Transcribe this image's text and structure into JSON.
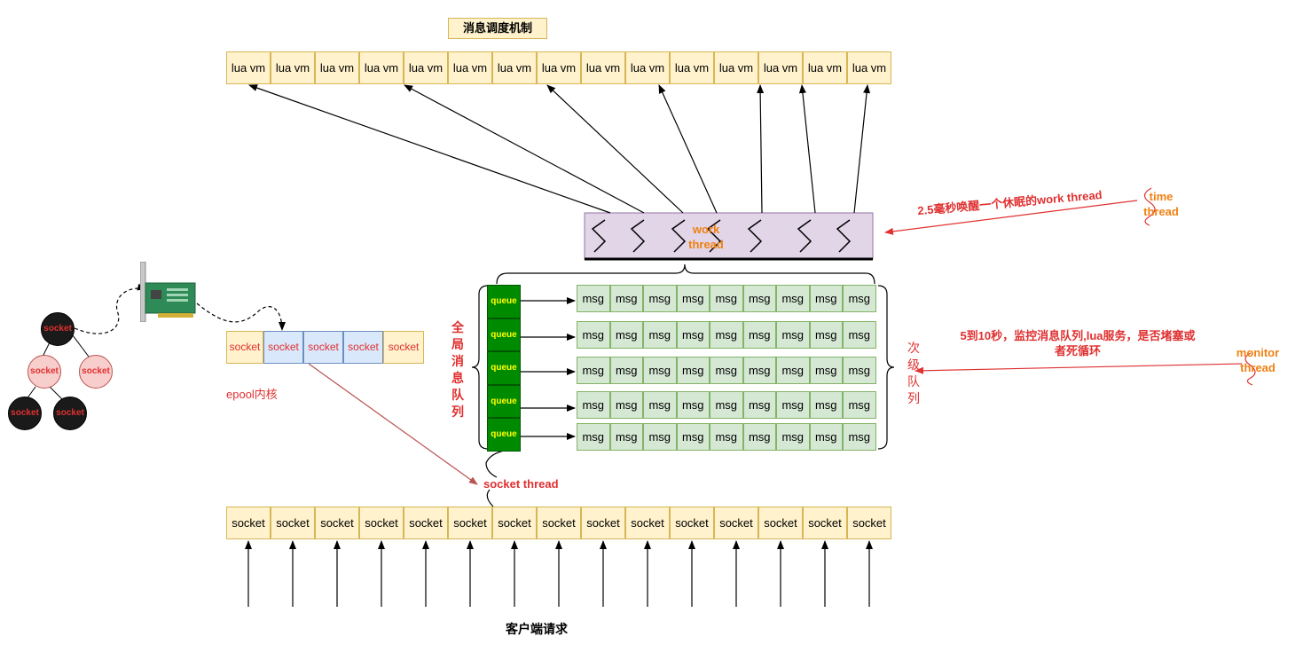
{
  "title": "消息调度机制",
  "lua_vms": [
    "lua vm",
    "lua vm",
    "lua vm",
    "lua vm",
    "lua vm",
    "lua vm",
    "lua vm",
    "lua vm",
    "lua vm",
    "lua vm",
    "lua vm",
    "lua vm",
    "lua vm",
    "lua vm",
    "lua vm"
  ],
  "work_thread_label": "work thread",
  "time_thread_label": "time thread",
  "time_thread_note": "2.5毫秒唤醒一个休眠的work thread",
  "global_queue_label": "全局消息队列",
  "global_queue": [
    "queue",
    "queue",
    "queue",
    "queue",
    "queue"
  ],
  "secondary_queue_label": "次级队列",
  "msg_rows": [
    [
      "msg",
      "msg",
      "msg",
      "msg",
      "msg",
      "msg",
      "msg",
      "msg",
      "msg"
    ],
    [
      "msg",
      "msg",
      "msg",
      "msg",
      "msg",
      "msg",
      "msg",
      "msg",
      "msg"
    ],
    [
      "msg",
      "msg",
      "msg",
      "msg",
      "msg",
      "msg",
      "msg",
      "msg",
      "msg"
    ],
    [
      "msg",
      "msg",
      "msg",
      "msg",
      "msg",
      "msg",
      "msg",
      "msg",
      "msg"
    ],
    [
      "msg",
      "msg",
      "msg",
      "msg",
      "msg",
      "msg",
      "msg",
      "msg",
      "msg"
    ]
  ],
  "monitor_thread_label": "monitor thread",
  "monitor_note_line1": "5到10秒，监控消息队列,lua服务，是否堵塞或",
  "monitor_note_line2": "者死循环",
  "epoll_row": [
    "socket",
    "socket",
    "socket",
    "socket",
    "socket"
  ],
  "epoll_label": "epool内核",
  "socket_thread_label": "socket thread",
  "sockets": [
    "socket",
    "socket",
    "socket",
    "socket",
    "socket",
    "socket",
    "socket",
    "socket",
    "socket",
    "socket",
    "socket",
    "socket",
    "socket",
    "socket",
    "socket"
  ],
  "client_label": "客户端请求",
  "tree_nodes": [
    "socket",
    "socket",
    "socket",
    "socket",
    "socket"
  ],
  "colors": {
    "red": "#e03030",
    "orange": "#f08010",
    "yellow_fill": "#fff2cc",
    "green_fill": "#d5e8d4",
    "purple_fill": "#e1d5e7",
    "queue_green": "#008a00",
    "blue_fill": "#dae8fc"
  }
}
